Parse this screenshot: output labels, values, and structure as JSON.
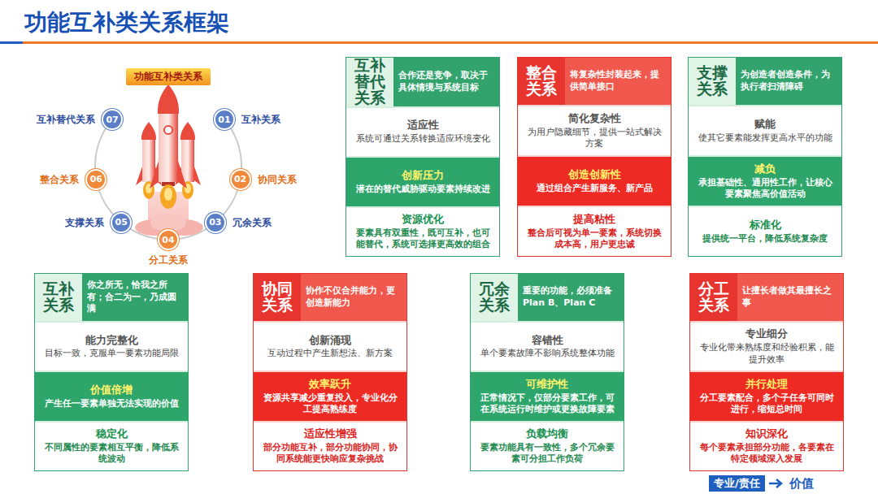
{
  "diagram": {
    "title": "功能互补类关系框架",
    "nodes": [
      {
        "text": [
          "功能互补类关系"
        ]
      },
      {
        "text": [
          "01",
          "互补关系"
        ]
      },
      {
        "text": [
          "02",
          "协同关系"
        ]
      },
      {
        "text": [
          "03",
          "冗余关系"
        ]
      },
      {
        "text": [
          "04",
          "分工关系"
        ]
      },
      {
        "text": [
          "05",
          "支撑关系"
        ]
      },
      {
        "text": [
          "06",
          "整合关系"
        ]
      },
      {
        "text": [
          "07",
          "互补替代关系"
        ]
      },
      {
        "text": [
          "互补替代关系",
          "合作还是竞争，取决于具体情境与系统目标"
        ]
      },
      {
        "text": [
          "适应性",
          "系统可通过关系转换适应环境变化"
        ],
        "in": 8
      },
      {
        "text": [
          "创新压力",
          "潜在的替代威胁驱动要素持续改进"
        ],
        "in": 8
      },
      {
        "text": [
          "资源优化",
          "要素具有双重性，既可互补，也可能替代，系统可选择更高效的组合"
        ],
        "in": 8
      },
      {
        "text": [
          "整合关系",
          "将复杂性封装起来，提供简单接口"
        ]
      },
      {
        "text": [
          "简化复杂性",
          "为用户隐藏细节，提供一站式解决方案"
        ],
        "in": 12
      },
      {
        "text": [
          "创造创新性",
          "通过组合产生新服务、新产品"
        ],
        "in": 12
      },
      {
        "text": [
          "提高粘性",
          "整合后可视为单一要素，系统切换成本高，用户更忠诚"
        ],
        "in": 12
      },
      {
        "text": [
          "支撑关系",
          "为创造者创造条件，为执行者扫清障碍"
        ]
      },
      {
        "text": [
          "赋能",
          "使其它要素能发挥更高水平的功能"
        ],
        "in": 16
      },
      {
        "text": [
          "减负",
          "承担基础性、通用性工作，让核心要素聚焦高价值活动"
        ],
        "in": 16
      },
      {
        "text": [
          "标准化",
          "提供统一平台，降低系统复杂度"
        ],
        "in": 16
      },
      {
        "text": [
          "互补关系",
          "你之所无，恰我之所有；合二为一，乃成圆满"
        ]
      },
      {
        "text": [
          "能力完整化",
          "目标一致，克服单一要素功能局限"
        ],
        "in": 20
      },
      {
        "text": [
          "价值倍增",
          "产生任一要素单独无法实现的价值"
        ],
        "in": 20
      },
      {
        "text": [
          "稳定化",
          "不同属性的要素相互平衡，降低系统波动"
        ],
        "in": 20
      },
      {
        "text": [
          "协同关系",
          "协作不仅合并能力，更创造新能力"
        ]
      },
      {
        "text": [
          "创新涌现",
          "互动过程中产生新想法、新方案"
        ],
        "in": 24
      },
      {
        "text": [
          "效率跃升",
          "资源共享减少重复投入，专业化分工提高熟练度"
        ],
        "in": 24
      },
      {
        "text": [
          "适应性增强",
          "部分功能互补，部分功能协同，协同系统能更快响应复杂挑战"
        ],
        "in": 24
      },
      {
        "text": [
          "冗余关系",
          "重要的功能，必须准备Plan B、Plan C"
        ]
      },
      {
        "text": [
          "容错性",
          "单个要素故障不影响系统整体功能"
        ],
        "in": 28
      },
      {
        "text": [
          "可维护性",
          "正常情况下，仅部分要素工作，可在系统运行时维护或更换故障要素"
        ],
        "in": 28
      },
      {
        "text": [
          "负载均衡",
          "要素功能具有一致性，多个冗余要素可分担工作负荷"
        ],
        "in": 28
      },
      {
        "text": [
          "分工关系",
          "让擅长者做其最擅长之事"
        ]
      },
      {
        "text": [
          "专业细分",
          "专业化带来熟练度和经验积累，能提升效率"
        ],
        "in": 32
      },
      {
        "text": [
          "并行处理",
          "分工要素配合，多个子任务可同时进行，缩短总时间"
        ],
        "in": 32
      },
      {
        "text": [
          "知识深化",
          "每个要素承担部分功能，各要素在特定领域深入发展"
        ],
        "in": 32
      }
    ],
    "labels": [
      "专业/责任",
      "价值"
    ]
  }
}
